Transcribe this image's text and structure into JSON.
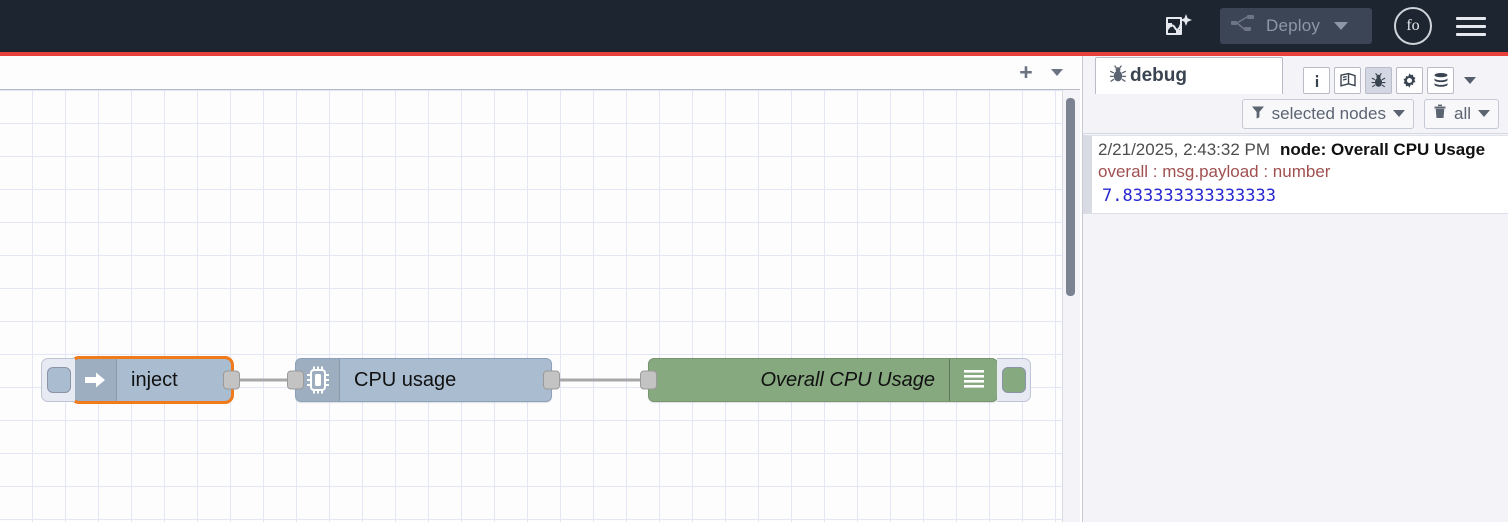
{
  "header": {
    "flow_generate_icon": "flow-sparkle-icon",
    "deploy_icon": "deploy-nodes-icon",
    "deploy_label": "Deploy",
    "deploy_caret_icon": "chevron-down-icon",
    "avatar_initials": "fo",
    "menu_icon": "hamburger-menu-icon",
    "accent_color": "#e8403a",
    "background_color": "#1d2531"
  },
  "workspace": {
    "add_tab_label": "+",
    "tab_menu_icon": "chevron-down-icon",
    "scrollbar": "vertical-scrollbar"
  },
  "flow": {
    "nodes": [
      {
        "id": "inject",
        "label": "inject",
        "type": "inject",
        "icon": "arrow-right-icon",
        "color": "#a9bcd0",
        "selected": true,
        "has_left_button": true,
        "has_output_port": true
      },
      {
        "id": "cpu-usage",
        "label": "CPU usage",
        "type": "cpu",
        "icon": "cpu-chip-icon",
        "color": "#a9bcd0",
        "selected": false,
        "has_input_port": true,
        "has_output_port": true
      },
      {
        "id": "overall-cpu-usage",
        "label": "Overall CPU Usage",
        "type": "debug",
        "icon": "debug-lines-icon",
        "color": "#87a980",
        "selected": false,
        "has_input_port": true,
        "has_right_button": true,
        "enabled": true
      }
    ]
  },
  "sidebar": {
    "tab": {
      "icon": "bug-icon",
      "label": "debug"
    },
    "tool_icons": [
      {
        "name": "info-icon",
        "glyph": "i",
        "active": false
      },
      {
        "name": "help-book-icon",
        "glyph": "book",
        "active": false
      },
      {
        "name": "debug-bug-icon",
        "glyph": "bug",
        "active": true
      },
      {
        "name": "config-gear-icon",
        "glyph": "gear",
        "active": false
      },
      {
        "name": "context-stack-icon",
        "glyph": "stack",
        "active": false
      },
      {
        "name": "sidebar-more-icon",
        "glyph": "caret",
        "active": false
      }
    ],
    "filters": {
      "node_filter_icon": "funnel-icon",
      "node_filter_label": "selected nodes",
      "node_filter_caret": "chevron-down-icon",
      "clear_icon": "trash-icon",
      "clear_label": "all",
      "clear_caret": "chevron-down-icon"
    },
    "messages": [
      {
        "timestamp": "2/21/2025, 2:43:32 PM",
        "node_prefix": "node:",
        "node_name": "Overall CPU Usage",
        "topic": "overall : msg.payload : number",
        "value": "7.833333333333333"
      }
    ]
  }
}
